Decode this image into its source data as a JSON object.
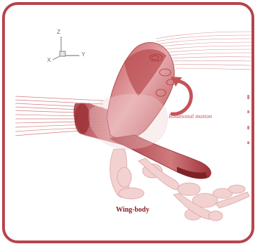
{
  "axes": {
    "z": "Z",
    "y": "Y",
    "x": "X"
  },
  "annotation": {
    "rotation": "Rotational motion"
  },
  "caption": "Wing-body",
  "colors": {
    "frame": "#b5454b",
    "body": "#b84a4f",
    "wake": "#e7b2b4",
    "stream": "#c8585e"
  }
}
